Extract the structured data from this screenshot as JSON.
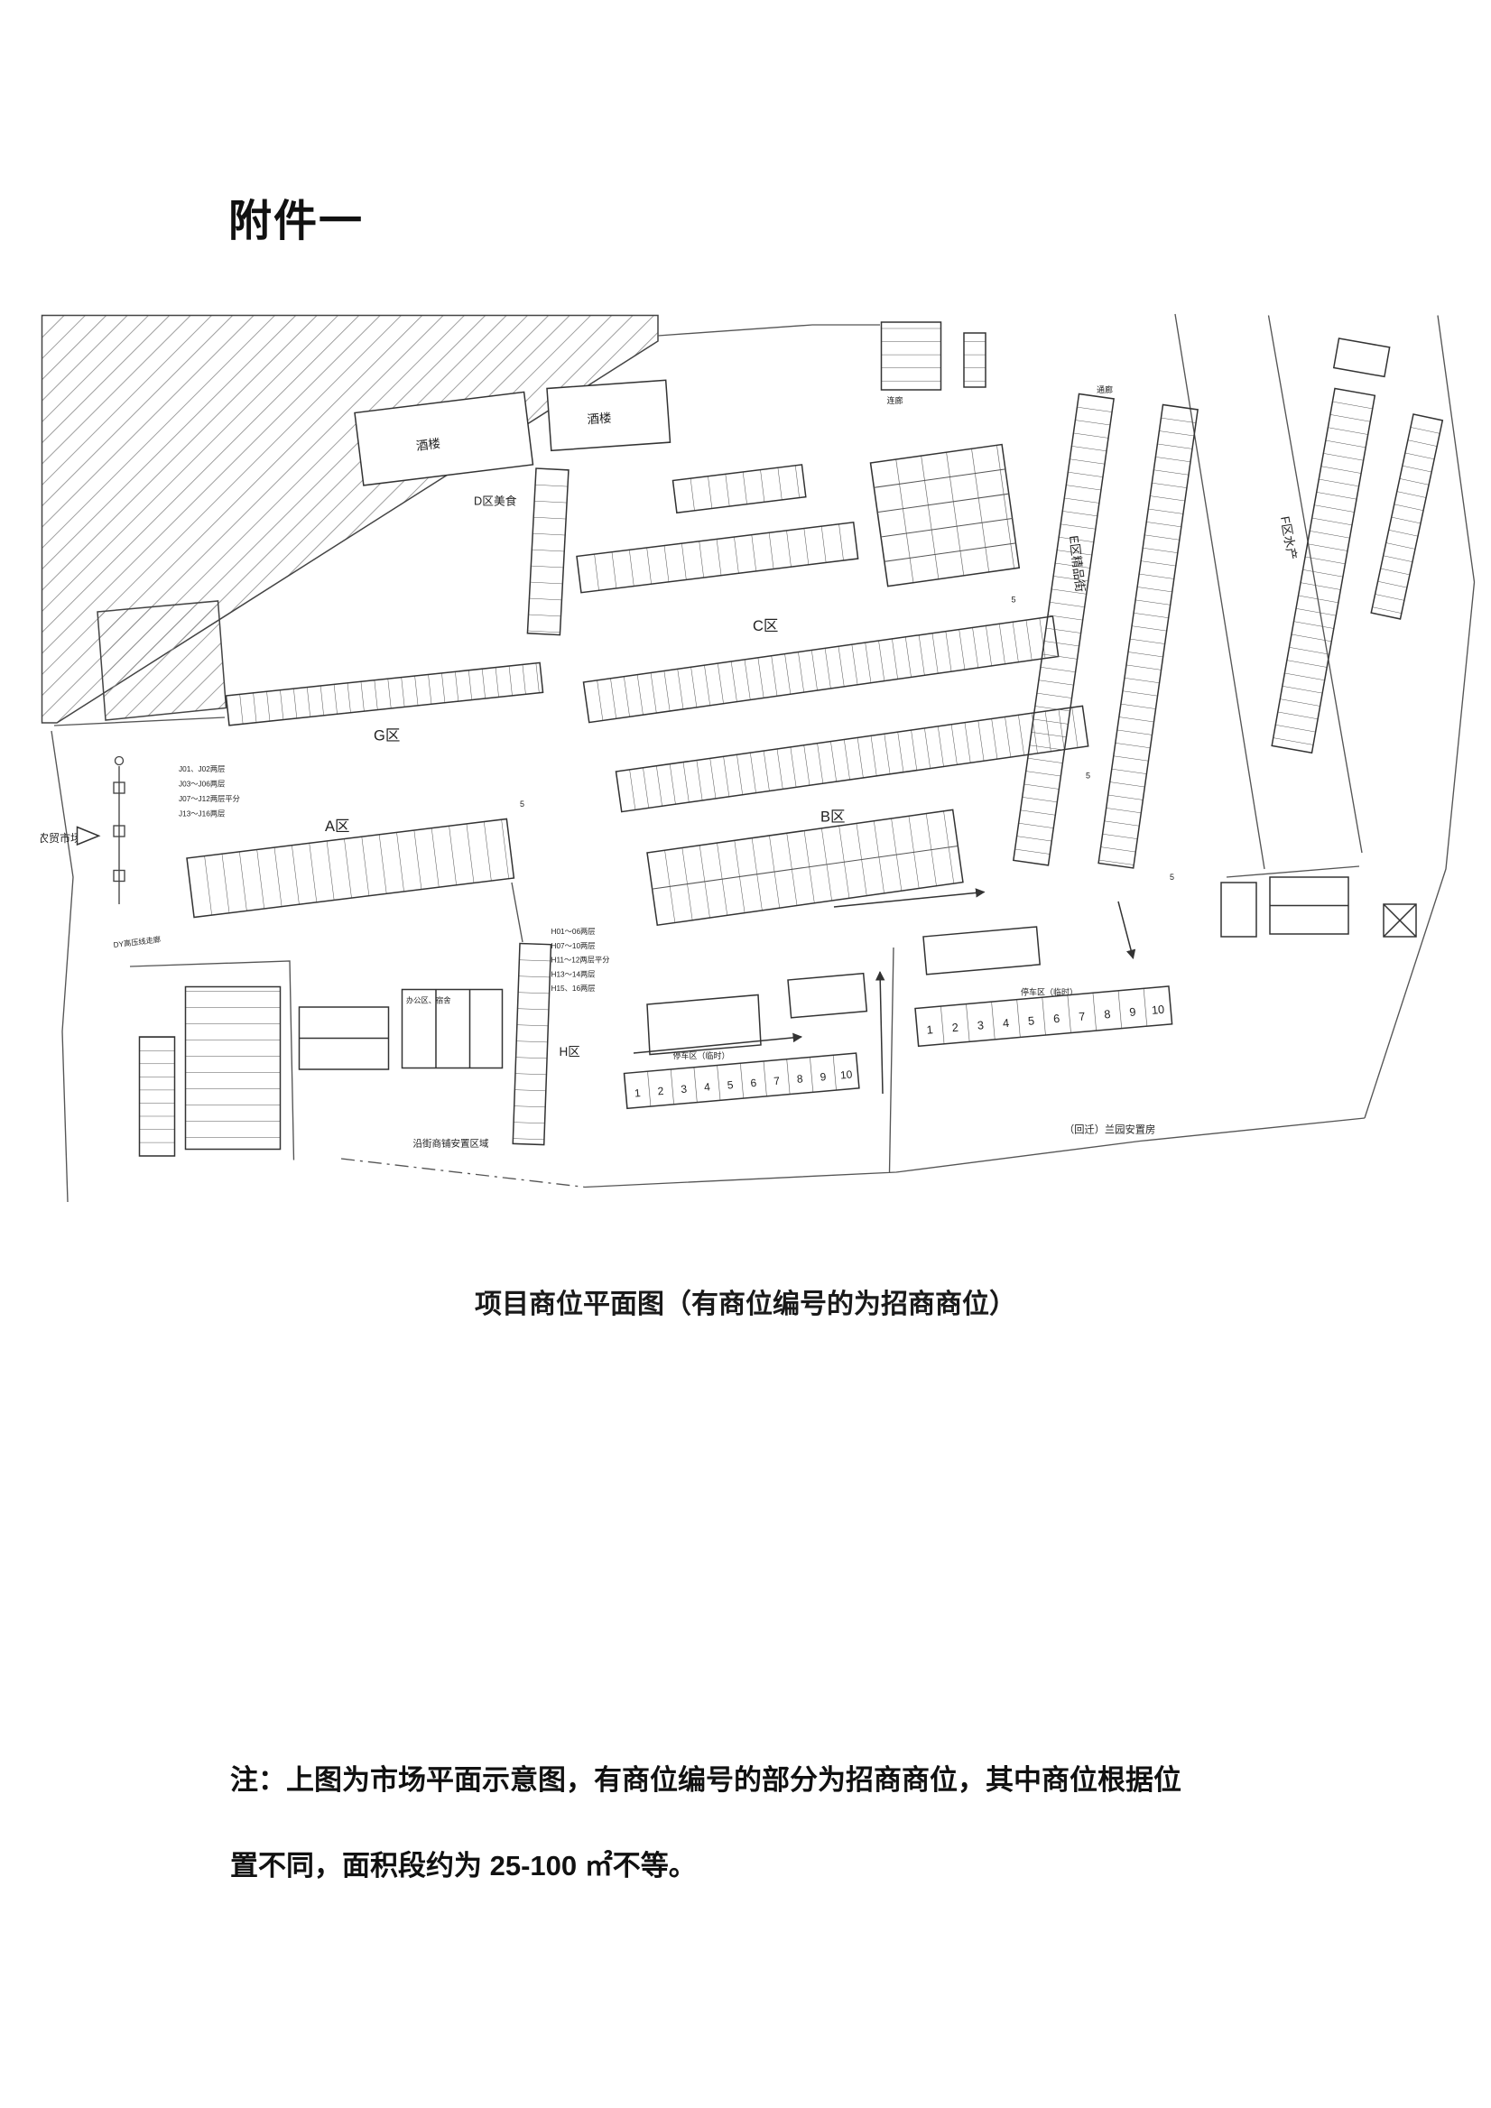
{
  "page": {
    "heading": "附件一",
    "caption": "项目商位平面图（有商位编号的为招商商位）",
    "note": {
      "line1": "注：上图为市场平面示意图，有商位编号的部分为招商商位，其中商位根据位",
      "line2": "置不同，面积段约为 25-100 ㎡不等。"
    }
  },
  "plan": {
    "labels": {
      "zone_a": "A区",
      "zone_b": "B区",
      "zone_c": "C区",
      "zone_d": "D区美食",
      "zone_e": "E区精品街",
      "zone_f": "F区水产",
      "zone_g": "G区",
      "zone_h": "H区",
      "restaurant": "酒楼",
      "corridor": "连廊",
      "gallery": "通廊",
      "parking": "停车区（临时）",
      "market": "农贸市场",
      "power_corridor": "DY高压线走廊",
      "street_shops": "沿街商铺安置区域",
      "resettlement": "（回迁）兰园安置房",
      "office": "办公区、宿舍"
    },
    "j_notes": [
      "J01、J02两层",
      "J03～J06两层",
      "J07～J12两层平分",
      "J13～J16两层"
    ],
    "h_notes": [
      "H01～06两层",
      "H07～10两层",
      "H11～12两层平分",
      "H13～14两层",
      "H15、16两层"
    ],
    "parking_numbers": [
      "1",
      "2",
      "3",
      "4",
      "5",
      "6",
      "7",
      "8",
      "9",
      "10"
    ],
    "dim_mark": "5"
  }
}
